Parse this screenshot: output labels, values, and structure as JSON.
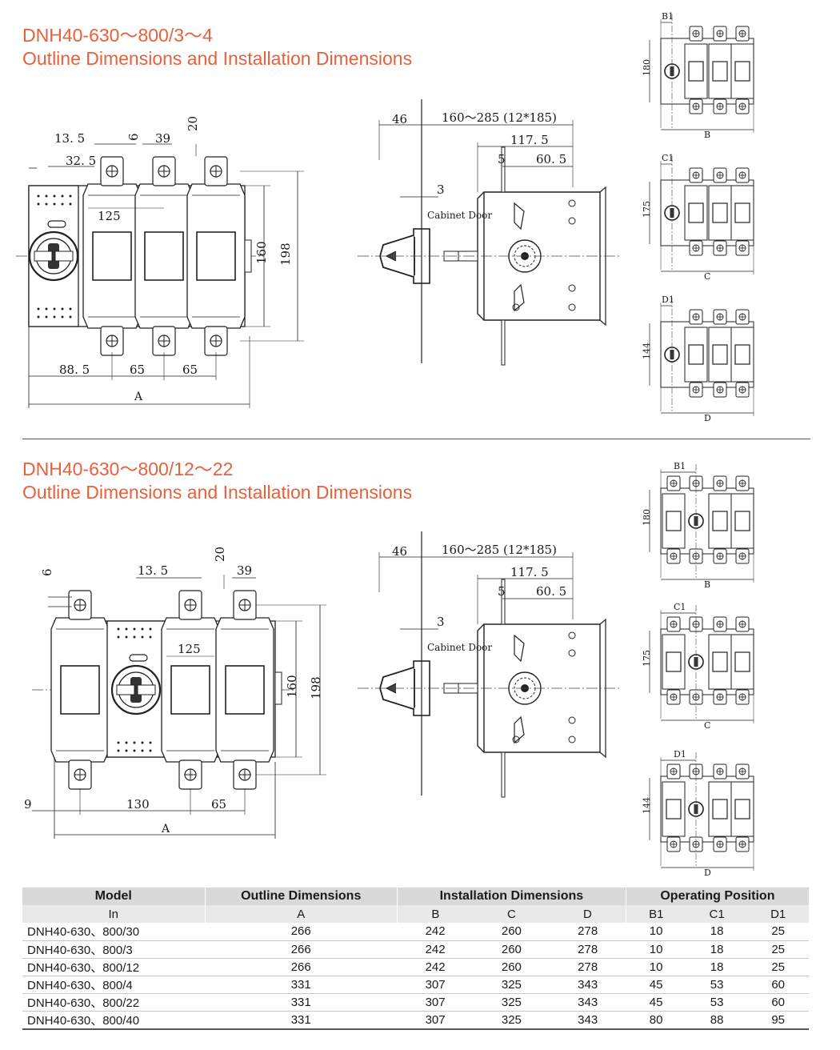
{
  "sections": [
    {
      "title_line1": "DNH40-630～800/3～4",
      "title_line2": "Outline Dimensions and Installation Dimensions",
      "front_view": {
        "dims": [
          "13. 5",
          "32. 5",
          "6",
          "39",
          "20",
          "125",
          "160",
          "198",
          "88. 5",
          "65",
          "65",
          "A"
        ]
      },
      "side_view": {
        "dims": [
          "46",
          "160～285 (12*185)",
          "117. 5",
          "5",
          "60. 5",
          "3"
        ],
        "door_label": "Cabinet Door"
      }
    },
    {
      "title_line1": "DNH40-630～800/12～22",
      "title_line2": "Outline Dimensions and Installation Dimensions",
      "front_view": {
        "dims": [
          "6",
          "13. 5",
          "20",
          "39",
          "125",
          "160",
          "198",
          "9",
          "130",
          "65",
          "A"
        ]
      },
      "side_view": {
        "dims": [
          "46",
          "160～285 (12*185)",
          "117. 5",
          "5",
          "60. 5",
          "3"
        ],
        "door_label": "Cabinet Door"
      }
    }
  ],
  "small_views": [
    {
      "top": "B1",
      "side": "180",
      "bottom": "B"
    },
    {
      "top": "C1",
      "side": "175",
      "bottom": "C"
    },
    {
      "top": "D1",
      "side": "144",
      "bottom": "D"
    },
    {
      "top": "B1",
      "side": "180",
      "bottom": "B"
    },
    {
      "top": "C1",
      "side": "175",
      "bottom": "C"
    },
    {
      "top": "D1",
      "side": "144",
      "bottom": "D"
    }
  ],
  "table": {
    "header_groups": [
      {
        "label": "Model",
        "span": 1
      },
      {
        "label": "Outline Dimensions",
        "span": 1
      },
      {
        "label": "Installation Dimensions",
        "span": 3
      },
      {
        "label": "Operating Position",
        "span": 3
      }
    ],
    "sub_headers": [
      "In",
      "A",
      "B",
      "C",
      "D",
      "B1",
      "C1",
      "D1"
    ],
    "rows": [
      [
        "DNH40-630、800/30",
        "266",
        "242",
        "260",
        "278",
        "10",
        "18",
        "25"
      ],
      [
        "DNH40-630、800/3",
        "266",
        "242",
        "260",
        "278",
        "10",
        "18",
        "25"
      ],
      [
        "DNH40-630、800/12",
        "266",
        "242",
        "260",
        "278",
        "10",
        "18",
        "25"
      ],
      [
        "DNH40-630、800/4",
        "331",
        "307",
        "325",
        "343",
        "45",
        "53",
        "60"
      ],
      [
        "DNH40-630、800/22",
        "331",
        "307",
        "325",
        "343",
        "45",
        "53",
        "60"
      ],
      [
        "DNH40-630、800/40",
        "331",
        "307",
        "325",
        "343",
        "80",
        "88",
        "95"
      ]
    ]
  }
}
